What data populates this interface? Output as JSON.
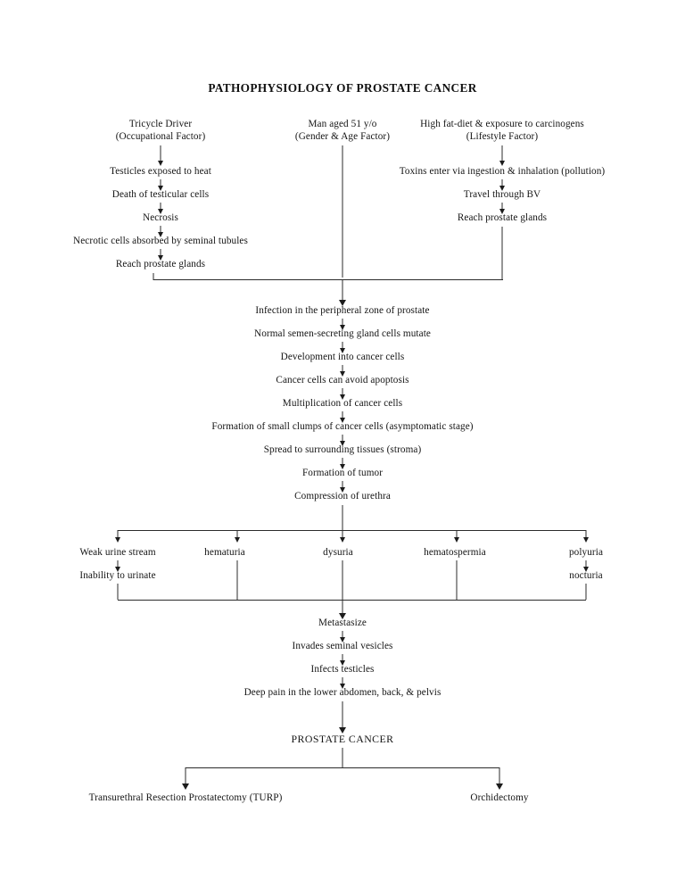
{
  "document": {
    "title": "PATHOPHYSIOLOGY OF PROSTATE CANCER"
  },
  "diagram": {
    "type": "flowchart",
    "orientation": "top-to-bottom",
    "line_color": "#2b2b2b",
    "text_color": "#141414",
    "background": "#ffffff",
    "sources": [
      {
        "id": "occupational",
        "line1": "Tricycle Driver",
        "line2": "(Occupational Factor)"
      },
      {
        "id": "gender-age",
        "line1": "Man aged 51 y/o",
        "line2": "(Gender & Age Factor)"
      },
      {
        "id": "lifestyle",
        "line1": "High fat-diet & exposure to carcinogens",
        "line2": "(Lifestyle Factor)"
      }
    ],
    "left_branch": [
      "Testicles exposed to heat",
      "Death of testicular cells",
      "Necrosis",
      "Necrotic cells absorbed by seminal tubules",
      "Reach prostate glands"
    ],
    "right_branch": [
      "Toxins enter via ingestion & inhalation (pollution)",
      "Travel through BV",
      "Reach prostate glands"
    ],
    "main_chain": [
      "Infection in the peripheral zone of prostate",
      "Normal semen-secreting gland cells mutate",
      "Development into cancer cells",
      "Cancer cells can avoid apoptosis",
      "Multiplication of cancer cells",
      "Formation of small clumps of cancer cells (asymptomatic stage)",
      "Spread to surrounding tissues (stroma)",
      "Formation of tumor",
      "Compression of urethra"
    ],
    "symptoms": [
      {
        "primary": "Weak urine stream",
        "secondary": "Inability to urinate"
      },
      {
        "primary": "hematuria",
        "secondary": ""
      },
      {
        "primary": "dysuria",
        "secondary": ""
      },
      {
        "primary": "hematospermia",
        "secondary": ""
      },
      {
        "primary": "polyuria",
        "secondary": "nocturia"
      }
    ],
    "progression_chain": [
      "Metastasize",
      "Invades seminal vesicles",
      "Infects testicles",
      "Deep pain in the lower abdomen, back, & pelvis"
    ],
    "diagnosis": "PROSTATE CANCER",
    "treatments": [
      "Transurethral Resection Prostatectomy (TURP)",
      "Orchidectomy"
    ]
  }
}
